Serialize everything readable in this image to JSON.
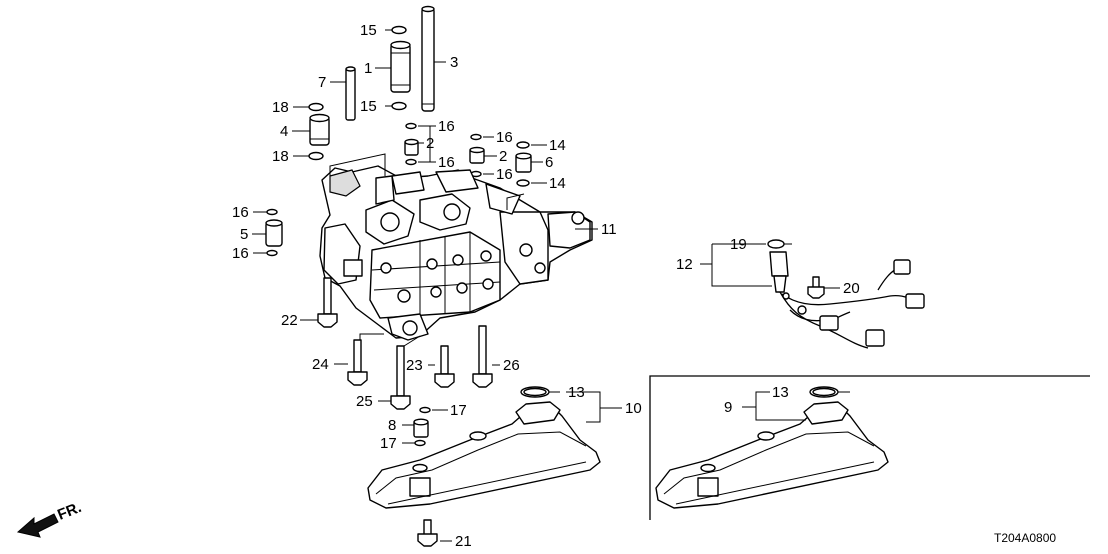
{
  "diagram": {
    "part_code": "T204A0800",
    "direction_label": "FR.",
    "callouts": [
      {
        "id": "1",
        "label": "1"
      },
      {
        "id": "2a",
        "label": "2"
      },
      {
        "id": "2b",
        "label": "2"
      },
      {
        "id": "3",
        "label": "3"
      },
      {
        "id": "4",
        "label": "4"
      },
      {
        "id": "5",
        "label": "5"
      },
      {
        "id": "6",
        "label": "6"
      },
      {
        "id": "7",
        "label": "7"
      },
      {
        "id": "8",
        "label": "8"
      },
      {
        "id": "9",
        "label": "9"
      },
      {
        "id": "10",
        "label": "10"
      },
      {
        "id": "11",
        "label": "11"
      },
      {
        "id": "12",
        "label": "12"
      },
      {
        "id": "13a",
        "label": "13"
      },
      {
        "id": "13b",
        "label": "13"
      },
      {
        "id": "14a",
        "label": "14"
      },
      {
        "id": "14b",
        "label": "14"
      },
      {
        "id": "15a",
        "label": "15"
      },
      {
        "id": "15b",
        "label": "15"
      },
      {
        "id": "16a",
        "label": "16"
      },
      {
        "id": "16b",
        "label": "16"
      },
      {
        "id": "16c",
        "label": "16"
      },
      {
        "id": "16d",
        "label": "16"
      },
      {
        "id": "16e",
        "label": "16"
      },
      {
        "id": "16f",
        "label": "16"
      },
      {
        "id": "17a",
        "label": "17"
      },
      {
        "id": "17b",
        "label": "17"
      },
      {
        "id": "18a",
        "label": "18"
      },
      {
        "id": "18b",
        "label": "18"
      },
      {
        "id": "19",
        "label": "19"
      },
      {
        "id": "20",
        "label": "20"
      },
      {
        "id": "21",
        "label": "21"
      },
      {
        "id": "22",
        "label": "22"
      },
      {
        "id": "23",
        "label": "23"
      },
      {
        "id": "24",
        "label": "24"
      },
      {
        "id": "25",
        "label": "25"
      },
      {
        "id": "26",
        "label": "26"
      }
    ]
  }
}
